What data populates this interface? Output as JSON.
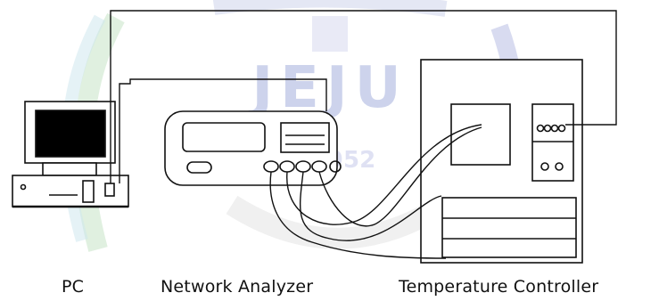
{
  "watermark": {
    "text": "JEJU",
    "year": "1952",
    "colors": {
      "blue": "#9aa6d8",
      "green": "#b7d9b3",
      "cyan": "#b9dbe8",
      "gray": "#d8d8d8"
    }
  },
  "labels": {
    "pc": "PC",
    "network_analyzer": "Network Analyzer",
    "temperature_controller": "Temperature Controller"
  },
  "colors": {
    "line": "#111111",
    "screen": "#000000",
    "background": "#ffffff"
  }
}
